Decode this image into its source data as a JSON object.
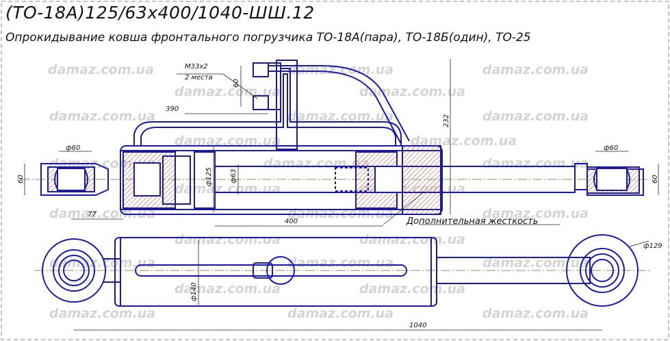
{
  "title": "(ТО-18А)125/63х400/1040-ШШ.12",
  "subtitle": "Опрокидывание ковша фронтального погрузчика ТО-18А(пара), ТО-18Б(один), ТО-25",
  "watermark": "damaz.com.ua",
  "callout_note": "Дополнительная жесткость",
  "dimensions": {
    "port_thread": "М33х2",
    "port_qty": "2 места",
    "port_spacing": "60",
    "port_offset": "390",
    "height": "232",
    "eye_left_bore": "ф60",
    "eye_right_bore": "ф60",
    "eye_left_width": "60",
    "eye_right_width": "60",
    "bore": "ф125",
    "rod": "ф63",
    "eye_length": "77",
    "stroke": "400",
    "overall_length": "1040",
    "body_diameter": "ф140",
    "eye_outer": "ф129"
  },
  "colors": {
    "line": "#1a1aa6",
    "dim": "#222222",
    "hatch": "#c0392b",
    "watermark": "#d4d4d4"
  }
}
